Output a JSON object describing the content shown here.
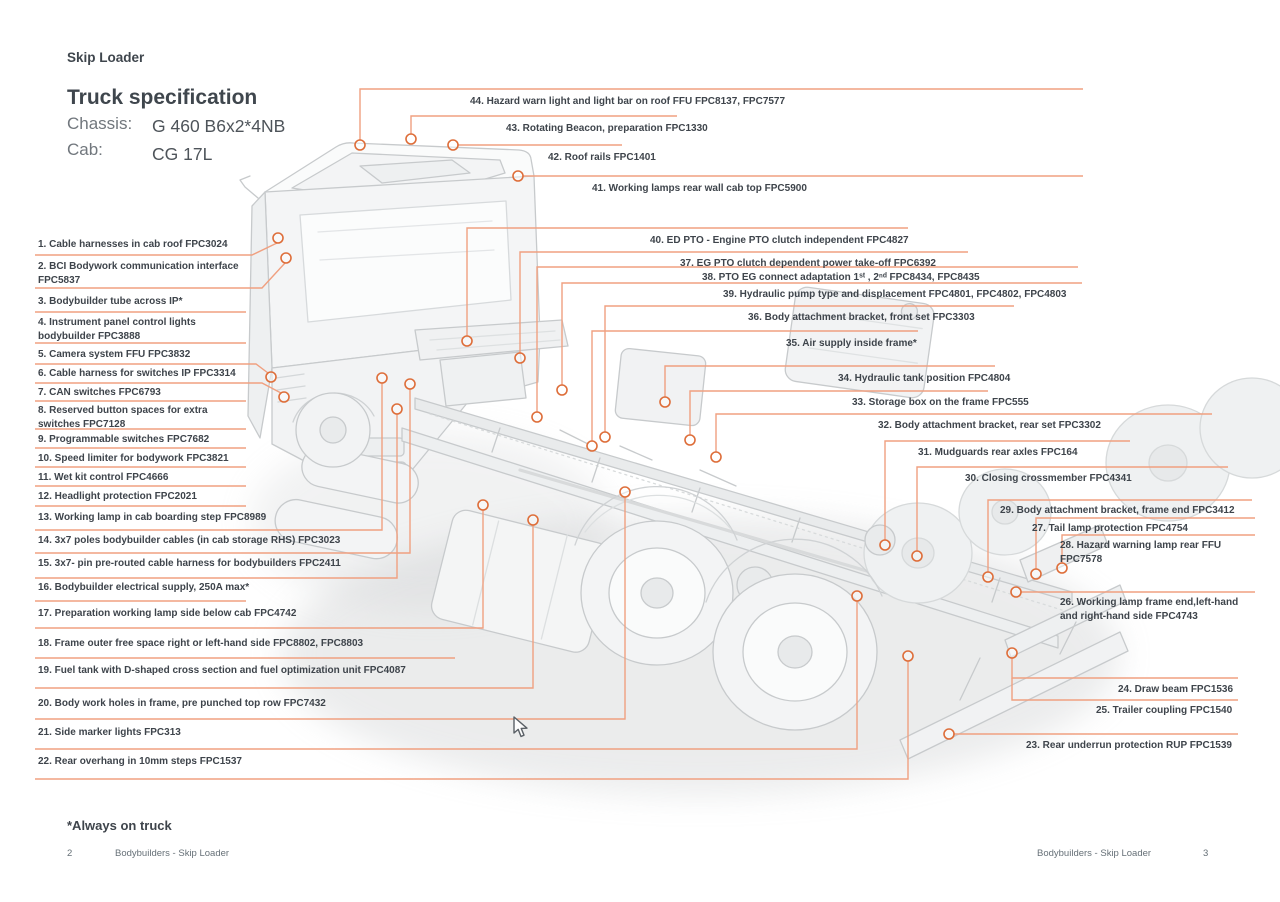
{
  "document": {
    "kicker": "Skip Loader",
    "title": "Truck specification",
    "spec": {
      "chassis_label": "Chassis:",
      "chassis_value": "G 460 B6x2*4NB",
      "cab_label": "Cab:",
      "cab_value": "CG 17L"
    },
    "footnote": "*Always on truck",
    "footer": {
      "left_page": "2",
      "left_text": "Bodybuilders - Skip Loader",
      "right_text": "Bodybuilders - Skip Loader",
      "right_page": "3"
    }
  },
  "colors": {
    "leader_line": "#F0A080",
    "marker_ring": "#DE6E3A",
    "label_text": "#3E444B",
    "sketch_stroke": "#C7CACC"
  },
  "callouts": {
    "left": [
      {
        "id": 1,
        "label": "1. Cable harnesses in cab roof FPC3024"
      },
      {
        "id": 2,
        "label": "2. BCI Bodywork communication interface\nFPC5837"
      },
      {
        "id": 3,
        "label": "3. Bodybuilder tube across IP*"
      },
      {
        "id": 4,
        "label": "4. Instrument panel control lights\nbodybuilder FPC3888"
      },
      {
        "id": 5,
        "label": "5. Camera system FFU FPC3832"
      },
      {
        "id": 6,
        "label": "6. Cable harness for switches IP FPC3314"
      },
      {
        "id": 7,
        "label": "7. CAN switches FPC6793"
      },
      {
        "id": 8,
        "label": "8. Reserved button spaces for extra\nswitches FPC7128"
      },
      {
        "id": 9,
        "label": "9. Programmable switches FPC7682"
      },
      {
        "id": 10,
        "label": "10. Speed limiter for bodywork FPC3821"
      },
      {
        "id": 11,
        "label": "11. Wet kit control FPC4666"
      },
      {
        "id": 12,
        "label": "12. Headlight protection FPC2021"
      },
      {
        "id": 13,
        "label": "13. Working lamp in cab boarding step FPC8989"
      },
      {
        "id": 14,
        "label": "14. 3x7 poles bodybuilder cables (in cab storage RHS) FPC3023"
      },
      {
        "id": 15,
        "label": "15. 3x7- pin pre-routed cable harness for bodybuilders FPC2411"
      },
      {
        "id": 16,
        "label": "16. Bodybuilder electrical supply, 250A max*"
      },
      {
        "id": 17,
        "label": "17. Preparation working lamp side below cab FPC4742"
      },
      {
        "id": 18,
        "label": "18. Frame outer free space right or left-hand side FPC8802, FPC8803"
      },
      {
        "id": 19,
        "label": "19. Fuel tank with D-shaped cross section and fuel optimization unit FPC4087"
      },
      {
        "id": 20,
        "label": "20. Body work holes in frame, pre punched top row FPC7432"
      },
      {
        "id": 21,
        "label": "21. Side marker lights FPC313"
      },
      {
        "id": 22,
        "label": "22. Rear overhang in 10mm steps FPC1537"
      }
    ],
    "right": [
      {
        "id": 44,
        "label": "44. Hazard warn light and light bar on roof FFU FPC8137, FPC7577"
      },
      {
        "id": 43,
        "label": "43. Rotating Beacon, preparation FPC1330"
      },
      {
        "id": 42,
        "label": "42. Roof rails FPC1401"
      },
      {
        "id": 41,
        "label": "41. Working lamps rear wall cab top FPC5900"
      },
      {
        "id": 40,
        "label": "40. ED PTO - Engine PTO clutch independent FPC4827"
      },
      {
        "id": 37,
        "label": "37. EG PTO clutch dependent power take-off FPC6392"
      },
      {
        "id": 38,
        "label": "38. PTO EG connect adaptation 1ˢᵗ , 2ⁿᵈ FPC8434, FPC8435"
      },
      {
        "id": 39,
        "label": "39. Hydraulic pump type and displacement FPC4801, FPC4802, FPC4803"
      },
      {
        "id": 36,
        "label": "36. Body attachment bracket, front set FPC3303"
      },
      {
        "id": 35,
        "label": "35. Air supply inside frame*"
      },
      {
        "id": 34,
        "label": "34. Hydraulic tank position FPC4804"
      },
      {
        "id": 33,
        "label": "33. Storage box on the frame FPC555"
      },
      {
        "id": 32,
        "label": "32. Body attachment bracket, rear set FPC3302"
      },
      {
        "id": 31,
        "label": "31. Mudguards rear axles FPC164"
      },
      {
        "id": 30,
        "label": "30. Closing crossmember FPC4341"
      },
      {
        "id": 29,
        "label": "29. Body attachment bracket, frame end FPC3412"
      },
      {
        "id": 27,
        "label": "27. Tail lamp protection FPC4754"
      },
      {
        "id": 28,
        "label": "28. Hazard warning lamp rear FFU\nFPC7578"
      },
      {
        "id": 26,
        "label": "26. Working lamp frame end,left-hand\nand right-hand side FPC4743"
      },
      {
        "id": 24,
        "label": "24. Draw beam FPC1536"
      },
      {
        "id": 25,
        "label": "25. Trailer coupling FPC1540"
      },
      {
        "id": 23,
        "label": "23. Rear underrun protection RUP FPC1539"
      }
    ]
  }
}
